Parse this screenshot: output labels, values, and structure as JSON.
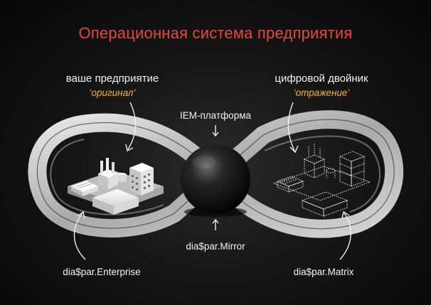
{
  "title": "Операционная система предприятия",
  "left": {
    "heading": "ваше предприятие",
    "subtitle": "‘оригинал’",
    "caption": "dia$par.Enterprise"
  },
  "right": {
    "heading": "цифровой двойник",
    "subtitle": "‘отражение’",
    "caption": "dia$par.Matrix"
  },
  "center": {
    "top_label": "IEM-платформа",
    "bottom_label": "dia$par.Mirror"
  },
  "colors": {
    "title": "#e8473a",
    "accent": "#f2b61c",
    "text": "#f2f2f2",
    "background": "#111111",
    "ribbon": "#cfcfcf"
  }
}
